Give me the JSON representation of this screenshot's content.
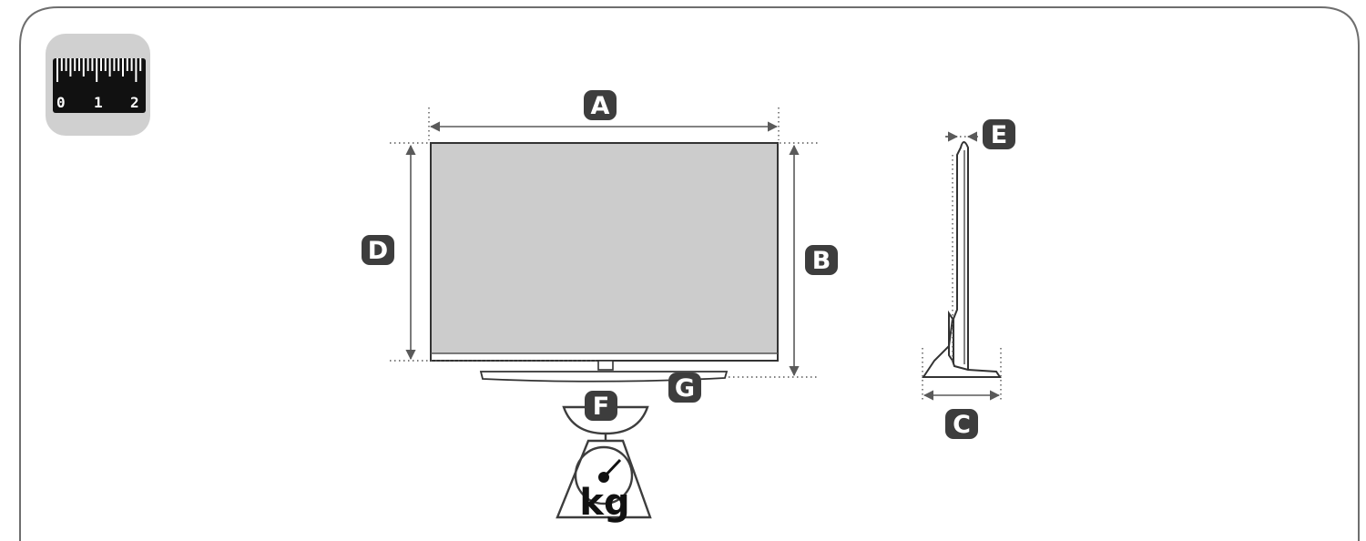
{
  "measure_icon": {
    "name": "ruler-icon",
    "numbers": [
      "0",
      "1",
      "2"
    ]
  },
  "dimensions": {
    "A": "A",
    "B": "B",
    "C": "C",
    "D": "D",
    "E": "E",
    "F": "F",
    "G": "G"
  },
  "weight_icon": {
    "name": "weighing-scale-icon",
    "unit": "kg"
  },
  "colors": {
    "badge": "#3d3d3d",
    "screen": "#cccccc",
    "tile": "#d0d0d0"
  }
}
